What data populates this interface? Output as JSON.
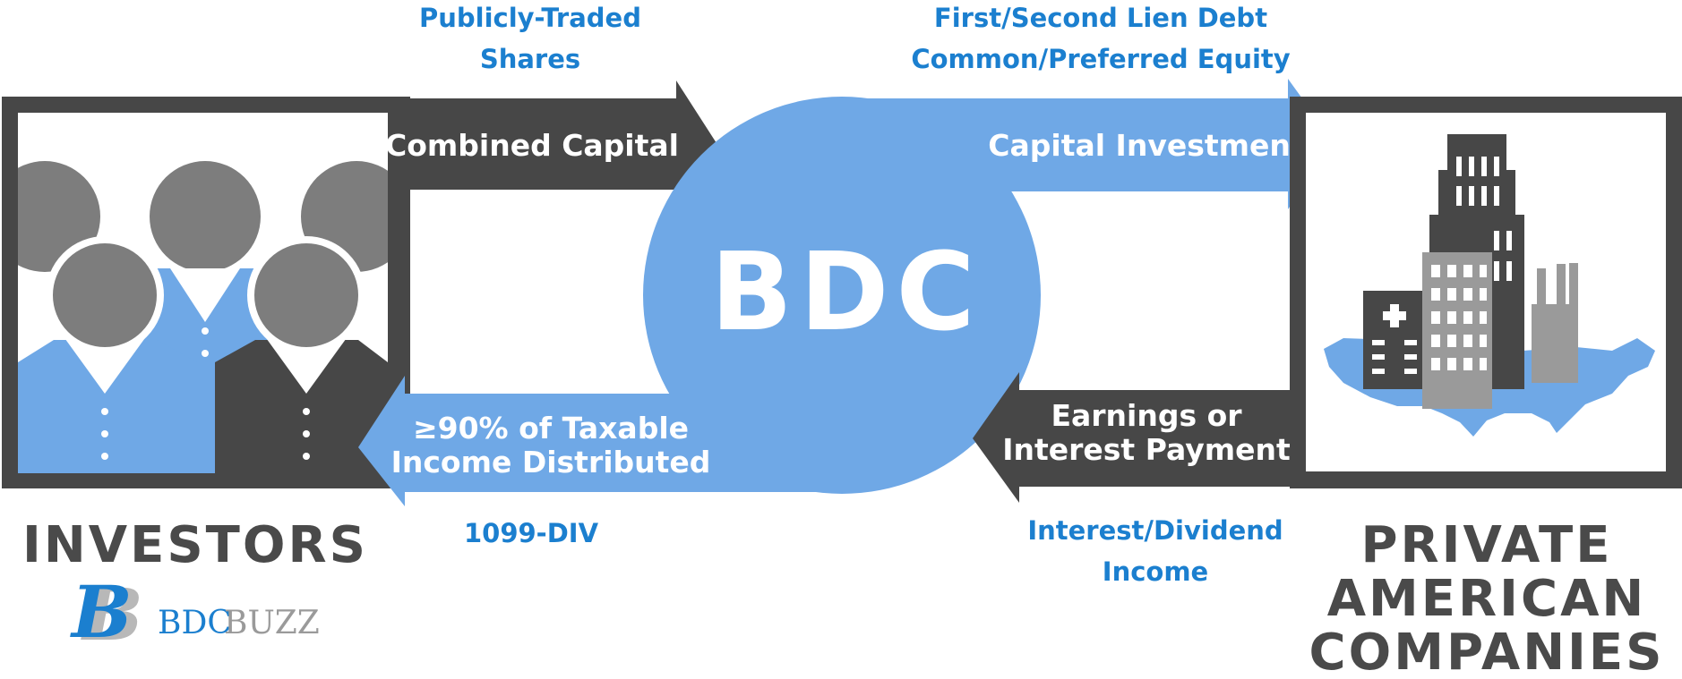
{
  "top_labels": {
    "shares_line1": "Publicly-Traded",
    "shares_line2": "Shares",
    "debt_line1": "First/Second Lien Debt",
    "debt_line2": "Common/Preferred Equity"
  },
  "arrows": {
    "combined_capital": "Combined Capital",
    "capital_investment": "Capital Investment",
    "distributed_line1": "≥90% of Taxable",
    "distributed_line2": "Income Distributed",
    "earnings_line1": "Earnings or",
    "earnings_line2": "Interest Payment"
  },
  "center": {
    "title": "BDC"
  },
  "bottom_labels": {
    "div_form": "1099-DIV",
    "income_line1": "Interest/Dividend",
    "income_line2": "Income"
  },
  "sides": {
    "left_title": "INVESTORS",
    "right_line1": "PRIVATE",
    "right_line2": "AMERICAN",
    "right_line3": "COMPANIES"
  },
  "logo": {
    "brand_part1": "BDC",
    "brand_part2": "BUZZ",
    "monogram": "BB"
  },
  "colors": {
    "blue": "#6fa8e6",
    "dark_gray": "#474747",
    "label_blue": "#1b7fcf",
    "text_gray": "#4a4a4a"
  },
  "icons": {
    "left_panel": "investors-people-icon",
    "right_panel": "city-buildings-usa-map-icon"
  }
}
